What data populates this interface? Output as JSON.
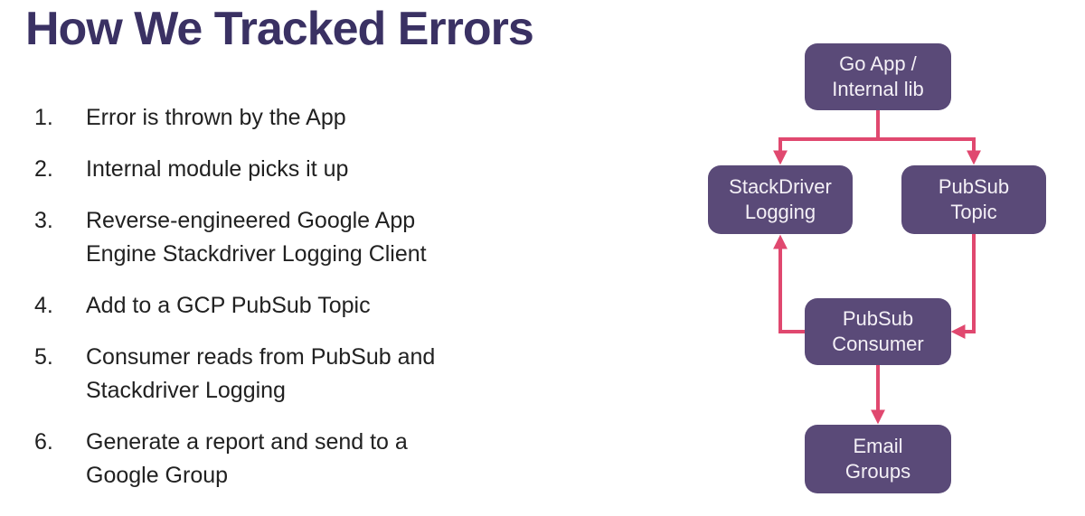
{
  "title": "How We Tracked Errors",
  "steps": [
    {
      "number": "1.",
      "text": "Error is thrown by the App"
    },
    {
      "number": "2.",
      "text": "Internal module picks it up"
    },
    {
      "number": "3.",
      "text": "Reverse-engineered Google App Engine Stackdriver Logging Client"
    },
    {
      "number": "4.",
      "text": "Add to a GCP PubSub Topic"
    },
    {
      "number": "5.",
      "text": "Consumer reads from PubSub and Stackdriver Logging"
    },
    {
      "number": "6.",
      "text": "Generate a report and send to a Google Group"
    }
  ],
  "diagram": {
    "nodes": [
      {
        "id": "go-app",
        "label": "Go App /\nInternal lib"
      },
      {
        "id": "stackdriver-logging",
        "label": "StackDriver\nLogging"
      },
      {
        "id": "pubsub-topic",
        "label": "PubSub\nTopic"
      },
      {
        "id": "pubsub-consumer",
        "label": "PubSub\nConsumer"
      },
      {
        "id": "email-groups",
        "label": "Email\nGroups"
      }
    ],
    "edges": [
      {
        "from": "go-app",
        "to": "stackdriver-logging"
      },
      {
        "from": "go-app",
        "to": "pubsub-topic"
      },
      {
        "from": "pubsub-topic",
        "to": "pubsub-consumer"
      },
      {
        "from": "pubsub-consumer",
        "to": "stackdriver-logging"
      },
      {
        "from": "pubsub-consumer",
        "to": "email-groups"
      }
    ],
    "colors": {
      "node_fill": "#5a4a78",
      "node_text": "#f4f0f6",
      "arrow": "#e0486f"
    }
  },
  "colors": {
    "title": "#3a3163",
    "body_text": "#212121",
    "background": "#ffffff"
  }
}
